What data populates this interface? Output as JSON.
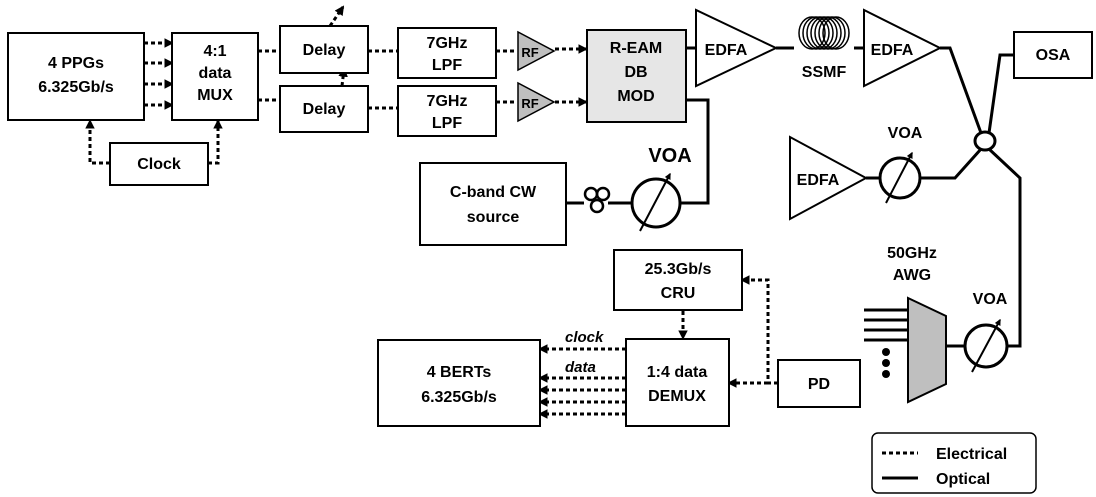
{
  "blocks": {
    "ppgs": [
      "4 PPGs",
      "6.325Gb/s"
    ],
    "mux": [
      "4:1",
      "data",
      "MUX"
    ],
    "clock": "Clock",
    "delay_top": "Delay",
    "delay_bottom": "Delay",
    "lpf_top": [
      "7GHz",
      "LPF"
    ],
    "lpf_bottom": [
      "7GHz",
      "LPF"
    ],
    "rf_top": "RF",
    "rf_bottom": "RF",
    "eam": [
      "R-EAM",
      "DB",
      "MOD"
    ],
    "edfa_1": "EDFA",
    "ssmf": "SSMF",
    "edfa_2": "EDFA",
    "osa": "OSA",
    "edfa_3": "EDFA",
    "voa_right": "VOA",
    "voa_main": "VOA",
    "cw_source": [
      "C-band CW",
      "source"
    ],
    "cru": [
      "25.3Gb/s",
      "CRU"
    ],
    "awg": [
      "50GHz",
      "AWG"
    ],
    "voa_awg": "VOA",
    "demux": [
      "1:4 data",
      "DEMUX"
    ],
    "pd": "PD",
    "berts": [
      "4 BERTs",
      "6.325Gb/s"
    ],
    "clock_signal": "clock",
    "data_signal": "data"
  },
  "legend": {
    "electrical": "Electrical",
    "optical": "Optical"
  }
}
